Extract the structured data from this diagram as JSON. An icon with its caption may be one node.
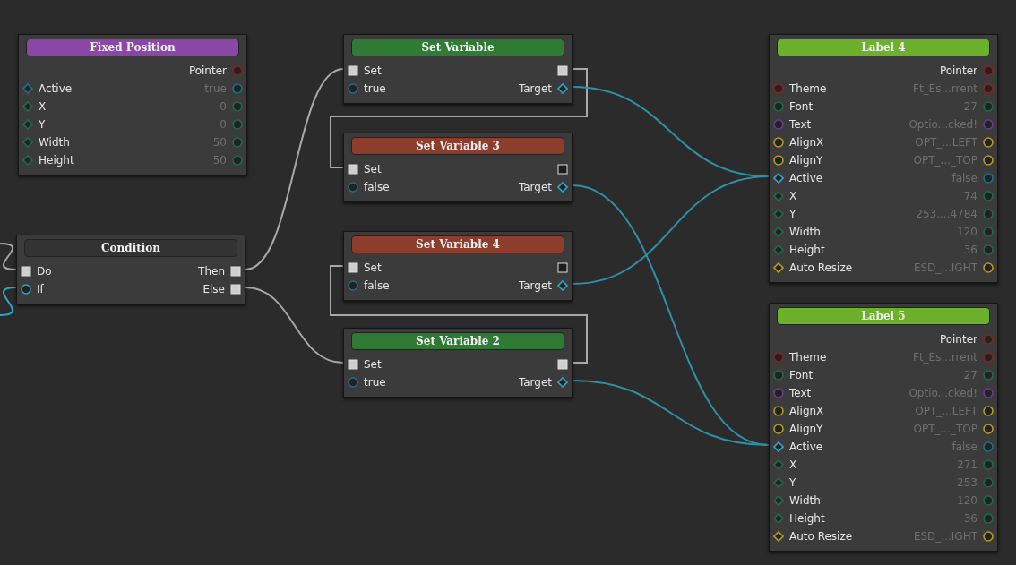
{
  "diagram": {
    "nodes": [
      {
        "text": [
          "Fixed Position",
          "Pointer",
          "Active",
          "true",
          "X",
          "0",
          "Y",
          "0",
          "Width",
          "50",
          "Height",
          "50"
        ]
      },
      {
        "text": [
          "Condition",
          "Do",
          "Then",
          "If",
          "Else"
        ]
      },
      {
        "text": [
          "Set Variable",
          "Set",
          "true",
          "Target"
        ]
      },
      {
        "text": [
          "Set Variable 3",
          "Set",
          "false",
          "Target"
        ]
      },
      {
        "text": [
          "Set Variable 4",
          "Set",
          "false",
          "Target"
        ]
      },
      {
        "text": [
          "Set Variable 2",
          "Set",
          "true",
          "Target"
        ]
      },
      {
        "text": [
          "Label 4",
          "Pointer",
          "Theme",
          "Ft_Es...rrent",
          "Font",
          "27",
          "Text",
          "Optio...cked!",
          "AlignX",
          "OPT_...LEFT",
          "AlignY",
          "OPT_..._TOP",
          "Active",
          "false",
          "X",
          "74",
          "Y",
          "253....4784",
          "Width",
          "120",
          "Height",
          "36",
          "Auto Resize",
          "ESD_...IGHT"
        ]
      },
      {
        "text": [
          "Label 5",
          "Pointer",
          "Theme",
          "Ft_Es...rrent",
          "Font",
          "27",
          "Text",
          "Optio...cked!",
          "AlignX",
          "OPT_...LEFT",
          "AlignY",
          "OPT_..._TOP",
          "Active",
          "false",
          "X",
          "271",
          "Y",
          "253",
          "Width",
          "120",
          "Height",
          "36",
          "Auto Resize",
          "ESD_...IGHT"
        ]
      }
    ],
    "edges": [
      {
        "from": null,
        "to": 1,
        "arrow": "none"
      },
      {
        "from": null,
        "to": 1,
        "arrow": "none",
        "color": "#2ea6cc"
      },
      {
        "from": 1,
        "to": 2,
        "arrow": "none"
      },
      {
        "from": 1,
        "to": 5,
        "arrow": "none"
      },
      {
        "from": 2,
        "to": 3,
        "arrow": "none"
      },
      {
        "from": 5,
        "to": 4,
        "arrow": "none"
      },
      {
        "from": 2,
        "to": 6,
        "arrow": "none",
        "color": "#2e8fa6"
      },
      {
        "from": 3,
        "to": 7,
        "arrow": "none",
        "color": "#2e8fa6"
      },
      {
        "from": 4,
        "to": 6,
        "arrow": "none",
        "color": "#2e8fa6"
      },
      {
        "from": 5,
        "to": 7,
        "arrow": "none",
        "color": "#2e8fa6"
      }
    ]
  }
}
